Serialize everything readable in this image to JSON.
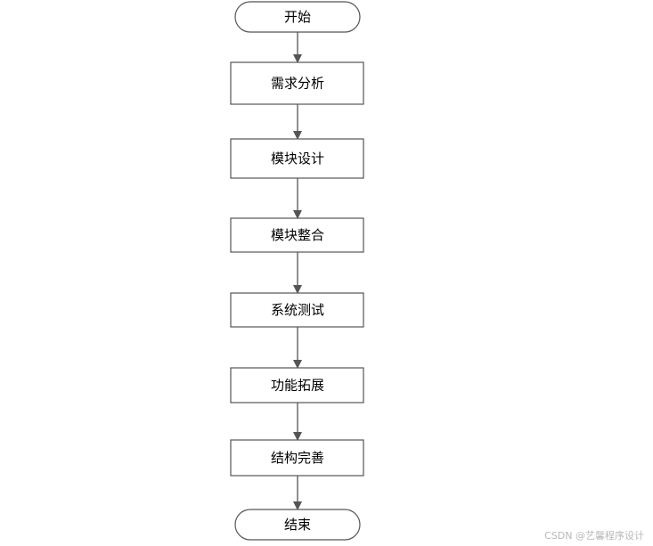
{
  "flowchart": {
    "steps": [
      {
        "label": "开始",
        "shape": "terminal"
      },
      {
        "label": "需求分析",
        "shape": "process"
      },
      {
        "label": "模块设计",
        "shape": "process"
      },
      {
        "label": "模块整合",
        "shape": "process"
      },
      {
        "label": "系统测试",
        "shape": "process"
      },
      {
        "label": "功能拓展",
        "shape": "process"
      },
      {
        "label": "结构完善",
        "shape": "process"
      },
      {
        "label": "结束",
        "shape": "terminal"
      }
    ]
  },
  "watermark": "CSDN @艺馨程序设计",
  "colors": {
    "stroke": "#555555",
    "fill": "#ffffff",
    "text": "#000000",
    "watermark": "#b8b8b8"
  }
}
